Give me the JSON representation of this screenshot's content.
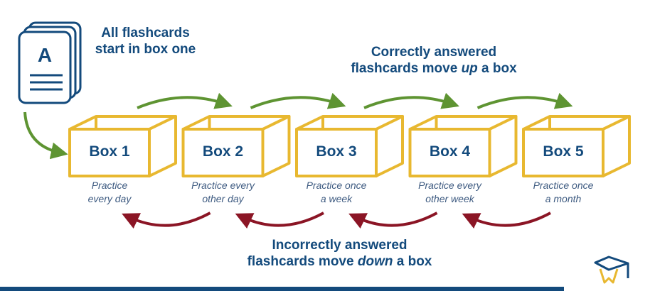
{
  "colors": {
    "navy": "#134a7c",
    "gold": "#e8b830",
    "green": "#5e9432",
    "maroon": "#8b1525",
    "caption": "#3d5a80"
  },
  "card_stack": {
    "letter": "A"
  },
  "intro_heading": {
    "line1": "All flashcards",
    "line2": "start in box one"
  },
  "up_heading": {
    "line1": "Correctly answered",
    "line2_pre": "flashcards move ",
    "line2_em": "up",
    "line2_post": " a box"
  },
  "down_heading": {
    "line1": "Incorrectly answered",
    "line2_pre": "flashcards move ",
    "line2_em": "down",
    "line2_post": " a box"
  },
  "boxes": [
    {
      "label": "Box 1",
      "caption1": "Practice",
      "caption2": "every day"
    },
    {
      "label": "Box 2",
      "caption1": "Practice every",
      "caption2": "other day"
    },
    {
      "label": "Box 3",
      "caption1": "Practice once",
      "caption2": "a week"
    },
    {
      "label": "Box 4",
      "caption1": "Practice every",
      "caption2": "other week"
    },
    {
      "label": "Box 5",
      "caption1": "Practice once",
      "caption2": "a month"
    }
  ],
  "logo": {
    "icon": "graduation-cap-icon"
  }
}
